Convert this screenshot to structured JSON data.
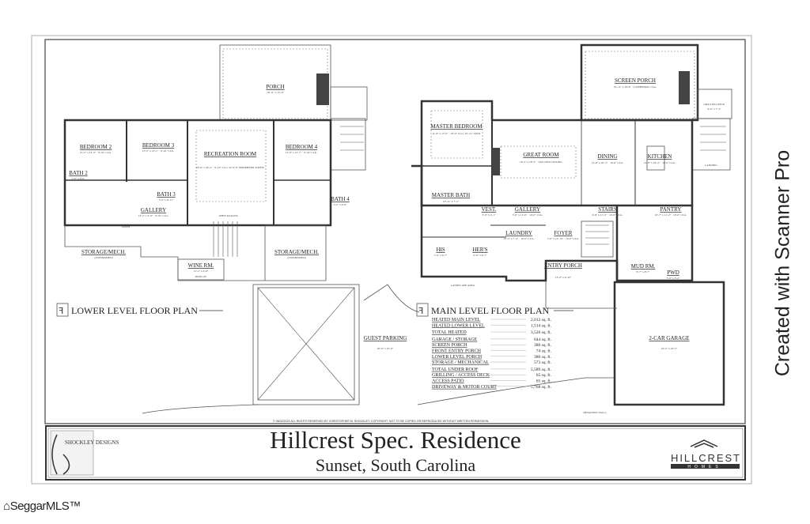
{
  "lower_plan": {
    "title": "LOWER LEVEL FLOOR PLAN",
    "rooms": [
      {
        "name": "PORCH",
        "size": "18'-11\" x 15'-6\""
      },
      {
        "name": "BEDROOM 2",
        "size": "13'-2\" x 13'-3\" · 9'-10\" CLG."
      },
      {
        "name": "BEDROOM 3",
        "size": "13'-2\" x 13'-1\" · 9'-10\" CLG."
      },
      {
        "name": "RECREATION ROOM",
        "size": "18'-6\" x 20'-2\" · 9'-10\" CLG. W/ 9'-0\" PERIMETER SOFFIT"
      },
      {
        "name": "BEDROOM 4",
        "size": "13'-0\" x 13'-1\" · 9'-10\" CLG."
      },
      {
        "name": "BATH 2",
        "size": "5'-0\" x 9'-6\""
      },
      {
        "name": "BATH 3",
        "size": "5'-0\" x 8'-11\""
      },
      {
        "name": "BATH 4",
        "size": "5'-2\" x 9'-8\""
      },
      {
        "name": "GALLERY",
        "size": "13'-2\" x 3'-9\" · 9'-10\" CLG."
      },
      {
        "name": "STORAGE/MECH.",
        "size": "(UNFINISHED)"
      },
      {
        "name": "STORAGE/MECH.",
        "size": "(UNFINISHED)"
      },
      {
        "name": "WINE RM.",
        "size": "11'-2\" x 4'-6\""
      }
    ],
    "notes": {
      "open_railing": "OPEN RAILING",
      "display": "DISPLAY",
      "linen": "LINEN"
    }
  },
  "main_plan": {
    "title": "MAIN LEVEL FLOOR PLAN",
    "rooms": [
      {
        "name": "SCREEN PORCH",
        "size": "19'-11\" x 19'-8\" · CATHEDRAL CLG."
      },
      {
        "name": "GRILLING DECK",
        "size": "8'-0\" x 7'-3\""
      },
      {
        "name": "MASTER BEDROOM",
        "size": "11'-8\" x 15'-0\" · 10'-0\" CLG. W/ 12\" TRAY"
      },
      {
        "name": "GREAT ROOM",
        "size": "18'-4\" x 18'-3\" · VAULTED CEILING"
      },
      {
        "name": "DINING",
        "size": "12'-8\" x 18'-3\" · 10'-0\" CLG."
      },
      {
        "name": "KITCHEN",
        "size": "12'-8\" x 18'-4\" · 10'-0\" CLG."
      },
      {
        "name": "MASTER BATH",
        "size": "10'-11\" x 7'-2\""
      },
      {
        "name": "VEST.",
        "size": "3'-9\" x 4'-1\""
      },
      {
        "name": "GALLERY",
        "size": "3'-6\" x 11'-9\" · 10'-0\" CLG."
      },
      {
        "name": "STAIRS",
        "size": "9'-8\" x 11'-3\" · 10'-0\" CLG."
      },
      {
        "name": "PANTRY",
        "size": "10'-7\" x 11'-2\" · 10'-0\" CLG."
      },
      {
        "name": "LAUNDRY",
        "size": "10'-5\" x 7'-3\" · 10'-0\" CLG."
      },
      {
        "name": "FOYER",
        "size": "7'-0\" x 12'-10\" · 10'-0\" CLG."
      },
      {
        "name": "HIS",
        "size": "7'-0\" x 6'-7\""
      },
      {
        "name": "HER'S",
        "size": "9'-0\" x 6'-7\""
      },
      {
        "name": "ENTRY PORCH",
        "size": "13'-0\" x 6'-10\""
      },
      {
        "name": "MUD RM.",
        "size": "8'-7\" x 8'-7\""
      },
      {
        "name": "PWD",
        "size": "5'-0\" x 5'-2\""
      },
      {
        "name": "2-CAR GARAGE",
        "size": "24'-5\" x 23'-5\""
      },
      {
        "name": "GUEST PARKING",
        "size": "20'-0\" x 25'-0\""
      }
    ],
    "notes": {
      "landscape_area": "LANDSCAPE AREA",
      "retaining_wall": "RETAINING WALL",
      "landing": "LANDING"
    }
  },
  "area_table": [
    {
      "label": "HEATED MAIN LEVEL",
      "value": "2,012 sq. ft."
    },
    {
      "label": "HEATED LOWER LEVEL",
      "value": "1,514 sq. ft."
    },
    {
      "label": "TOTAL HEATED",
      "value": "3,526 sq. ft."
    },
    {
      "label": "GARAGE / STORAGE",
      "value": "644 sq. ft."
    },
    {
      "label": "SCREEN PORCH",
      "value": "380 sq. ft."
    },
    {
      "label": "FRONT ENTRY PORCH",
      "value": "74 sq. ft."
    },
    {
      "label": "LOWER LEVEL PORCH",
      "value": "380 sq. ft."
    },
    {
      "label": "STORAGE / MECHANICAL",
      "value": "573 sq. ft."
    },
    {
      "label": "TOTAL UNDER ROOF",
      "value": "5,589 sq. ft."
    },
    {
      "label": "GRILLING / ACCESS DECK",
      "value": "65 sq. ft."
    },
    {
      "label": "ACCESS PATIO",
      "value": "65 sq. ft."
    },
    {
      "label": "DRIVEWAY & MOTOR COURT",
      "value": "5,768 sq. ft."
    }
  ],
  "copyright": "© 08/02/2021 ALL RIGHTS RESERVED BY CHRISTOPHER M. SHOCKLEY. COPYRIGHT: NOT TO BE COPIED OR REPRODUCED WITHOUT WRITTEN PERMISSION.",
  "title_block": {
    "title": "Hillcrest Spec. Residence",
    "subtitle": "Sunset, South Carolina",
    "designer_logo": "SHOCKLEY DESIGNS",
    "builder_logo": "HILLCREST",
    "builder_logo_sub": "HOMES"
  },
  "watermark": "Created with Scanner Pro",
  "mls_logo": "SeggarMLS™"
}
